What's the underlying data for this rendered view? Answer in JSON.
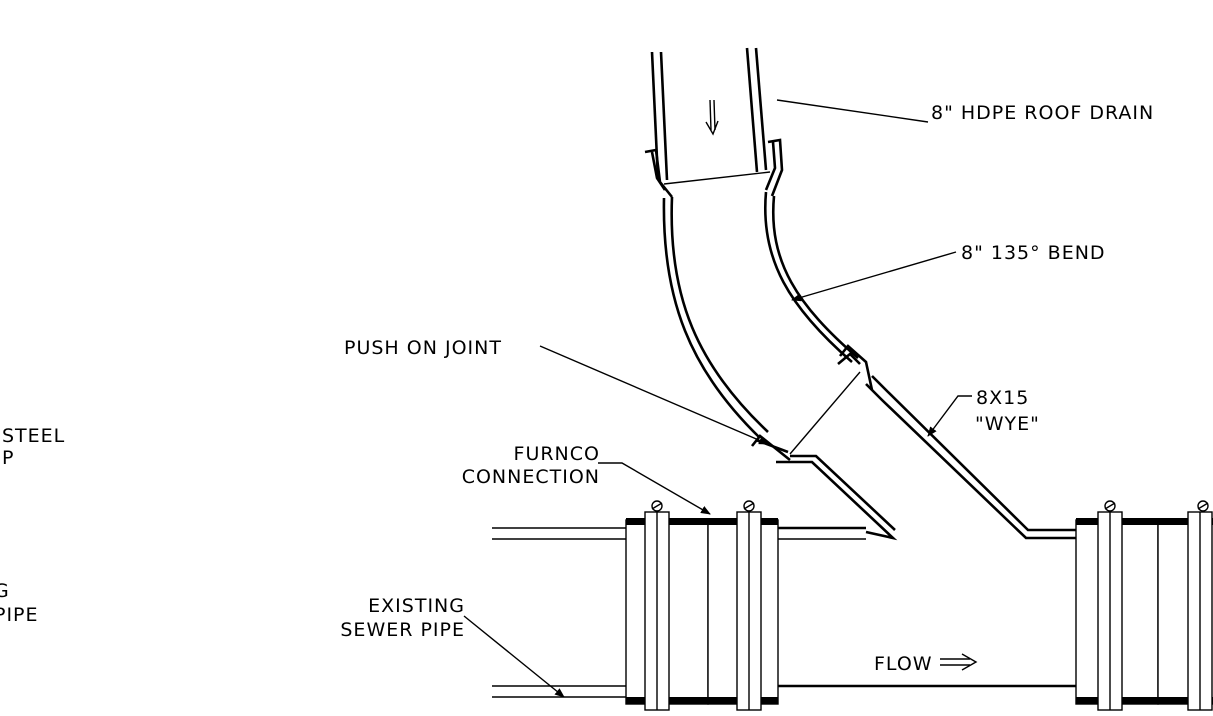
{
  "labels": {
    "roof_drain": "8\" HDPE ROOF DRAIN",
    "bend": "8\" 135° BEND",
    "push_joint": "PUSH ON JOINT",
    "wye_line1": "8X15",
    "wye_line2": "\"WYE\"",
    "furnco_line1": "FURNCO",
    "furnco_line2": "CONNECTION",
    "existing_line1": "EXISTING",
    "existing_line2": "SEWER PIPE",
    "flow": "FLOW",
    "left_partial_1": "STEEL",
    "left_partial_2": "P",
    "left_partial_3": "G",
    "left_partial_4": "PIPE"
  }
}
